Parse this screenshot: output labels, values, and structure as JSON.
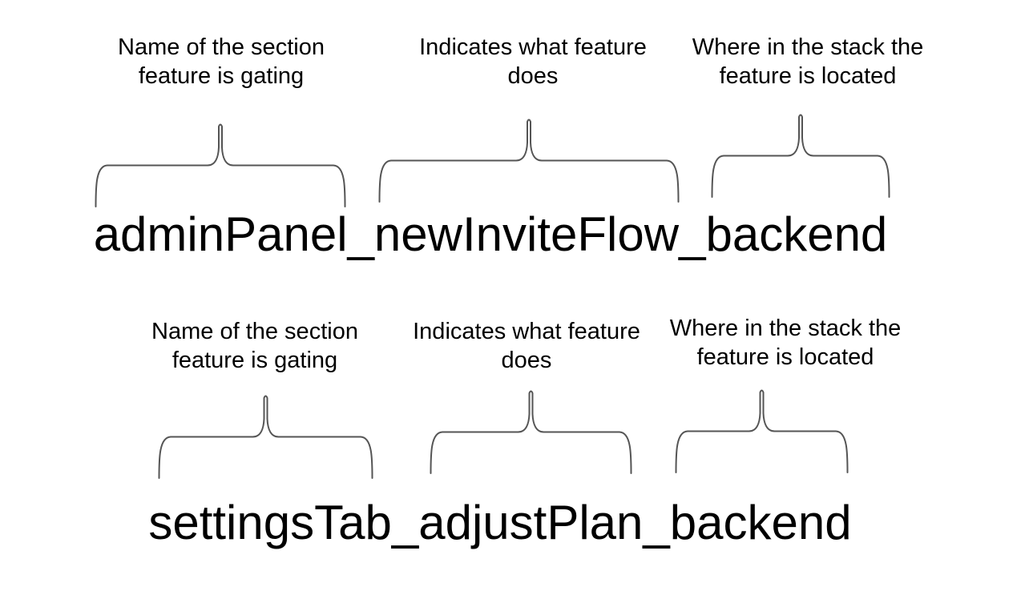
{
  "colors": {
    "background": "#ffffff",
    "text": "#000000",
    "brace": "#555555"
  },
  "examples": [
    {
      "flag_name": "adminPanel_newInviteFlow_backend",
      "annotations": [
        {
          "line1": "Name of the section",
          "line2": "feature is gating"
        },
        {
          "line1": "Indicates what feature",
          "line2": "does"
        },
        {
          "line1": "Where in the stack the",
          "line2": "feature is located"
        }
      ]
    },
    {
      "flag_name": "settingsTab_adjustPlan_backend",
      "annotations": [
        {
          "line1": "Name of the section",
          "line2": "feature is gating"
        },
        {
          "line1": "Indicates what feature",
          "line2": "does"
        },
        {
          "line1": "Where in the stack the",
          "line2": "feature is located"
        }
      ]
    }
  ]
}
